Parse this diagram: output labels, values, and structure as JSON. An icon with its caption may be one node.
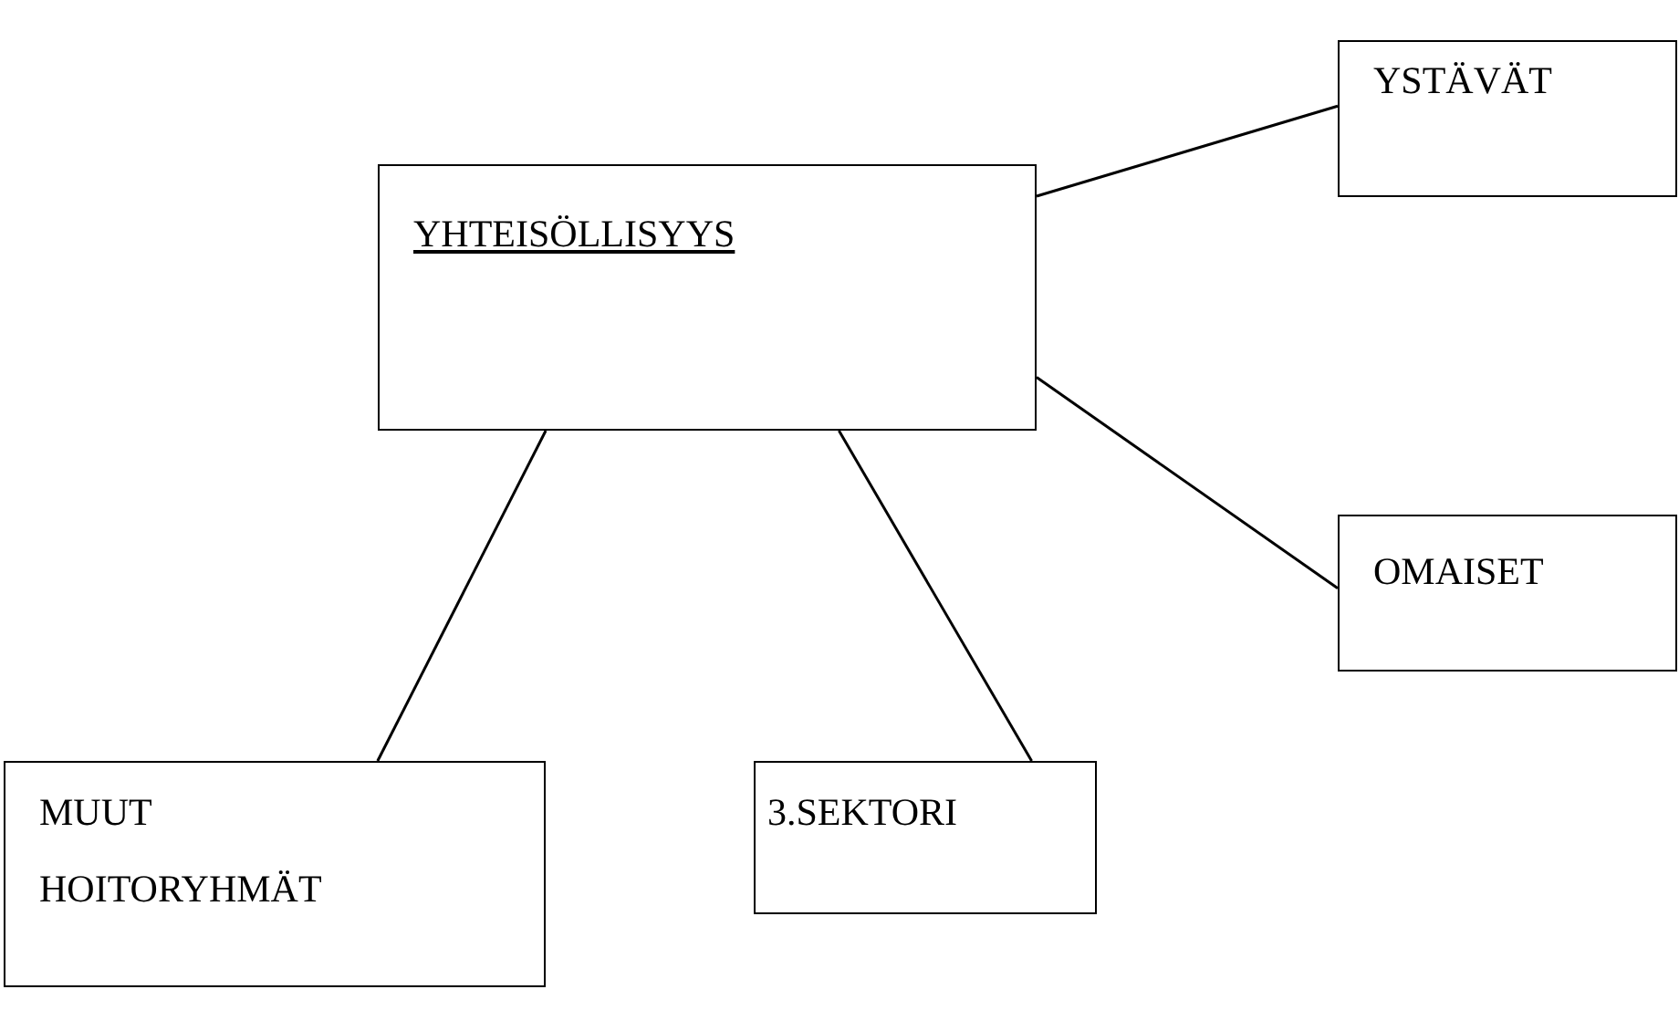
{
  "diagram": {
    "nodes": [
      {
        "text": [
          "YHTEISÖLLISYYS"
        ]
      },
      {
        "text": [
          "YSTÄVÄT"
        ]
      },
      {
        "text": [
          "OMAISET"
        ]
      },
      {
        "text": [
          "MUUT HOITORYHMÄT"
        ]
      },
      {
        "text": [
          "3.SEKTORI"
        ]
      }
    ],
    "edges": [
      {
        "from": 0,
        "to": 1,
        "arrow": "none"
      },
      {
        "from": 0,
        "to": 2,
        "arrow": "none"
      },
      {
        "from": 0,
        "to": 3,
        "arrow": "none"
      },
      {
        "from": 0,
        "to": 4,
        "arrow": "none"
      }
    ]
  }
}
